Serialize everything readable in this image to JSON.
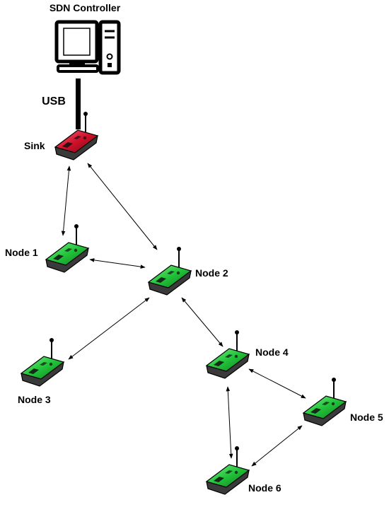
{
  "diagram": {
    "controller_label": "SDN Controller",
    "usb_label": "USB",
    "colors": {
      "sink_body": "#d0102a",
      "node_body": "#22c33a",
      "mote_base": "#3a3a3a",
      "edge": "#000000"
    },
    "nodes": {
      "sink": {
        "label": "Sink",
        "kind": "sink"
      },
      "node1": {
        "label": "Node 1",
        "kind": "mote"
      },
      "node2": {
        "label": "Node 2",
        "kind": "mote"
      },
      "node3": {
        "label": "Node 3",
        "kind": "mote"
      },
      "node4": {
        "label": "Node 4",
        "kind": "mote"
      },
      "node5": {
        "label": "Node 5",
        "kind": "mote"
      },
      "node6": {
        "label": "Node 6",
        "kind": "mote"
      }
    },
    "links": [
      [
        "sink",
        "node1"
      ],
      [
        "sink",
        "node2"
      ],
      [
        "node1",
        "node2"
      ],
      [
        "node2",
        "node3"
      ],
      [
        "node2",
        "node4"
      ],
      [
        "node4",
        "node5"
      ],
      [
        "node4",
        "node6"
      ],
      [
        "node5",
        "node6"
      ]
    ],
    "link_style": "bidirectional-arrow"
  }
}
